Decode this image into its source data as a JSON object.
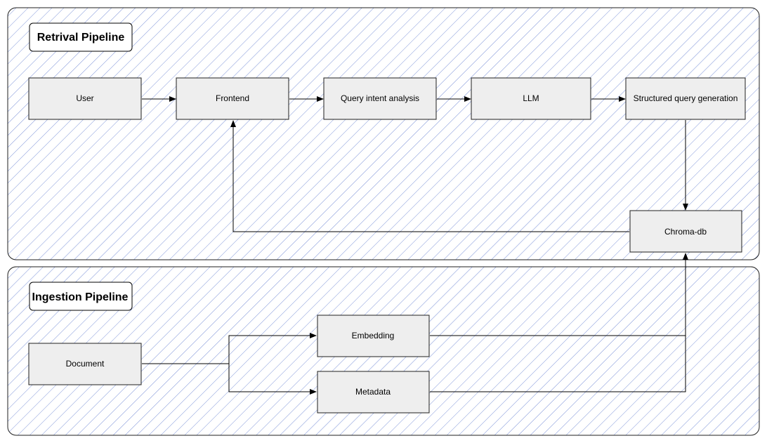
{
  "colors": {
    "hatch": "#7f95d9",
    "node_fill": "#eeeeee",
    "stroke": "#1f1f1f",
    "label_fill": "#ffffff"
  },
  "retrieval_pipeline": {
    "title": "Retrival Pipeline",
    "nodes": {
      "user": "User",
      "frontend": "Frontend",
      "query_intent": "Query intent analysis",
      "llm": "LLM",
      "structured_query": "Structured query generation",
      "chroma": "Chroma-db"
    }
  },
  "ingestion_pipeline": {
    "title": "Ingestion Pipeline",
    "nodes": {
      "document": "Document",
      "embedding": "Embedding",
      "metadata": "Metadata"
    }
  }
}
